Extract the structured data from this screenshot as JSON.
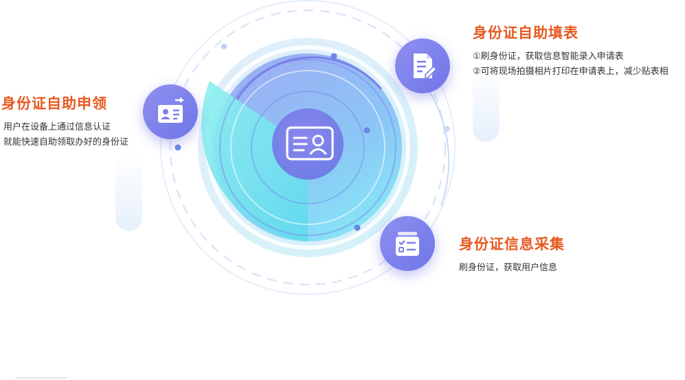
{
  "colors": {
    "accent": "#e8581f",
    "icon_bg": "#7b7fec",
    "cyan": "#7fe9f3",
    "text": "#333333"
  },
  "features": [
    {
      "title": "身份证自助申领",
      "lines": [
        "用户在设备上通过信息认证",
        "就能快速自助领取办好的身份证"
      ],
      "icon": "id-card-icon"
    },
    {
      "title": "身份证自助填表",
      "lines": [
        "①刷身份证，获取信息智能录入申请表",
        "②可将现场拍摄相片打印在申请表上，减少贴表相"
      ],
      "icon": "document-edit-icon"
    },
    {
      "title": "身份证信息采集",
      "lines": [
        "刷身份证，获取用户信息"
      ],
      "icon": "checklist-icon"
    }
  ],
  "center_icon": "id-card-icon"
}
